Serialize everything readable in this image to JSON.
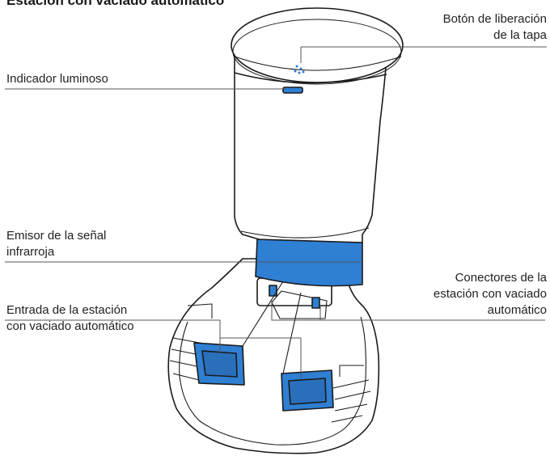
{
  "title": "Estación con vaciado automático",
  "labels": {
    "lid_release": {
      "line1": "Botón de liberación",
      "line2": "de la tapa"
    },
    "light_indicator": {
      "line1": "Indicador luminoso"
    },
    "ir_emitter": {
      "line1": "Emisor de la señal",
      "line2": "infrarroja"
    },
    "connectors": {
      "line1": "Conectores de la",
      "line2": "estación con vaciado",
      "line3": "automático"
    },
    "inlet": {
      "line1": "Entrada de la estación",
      "line2": "con vaciado automático"
    }
  },
  "colors": {
    "highlight": "#2f7fd3",
    "outline": "#1a1a1a",
    "leader": "#555555"
  }
}
